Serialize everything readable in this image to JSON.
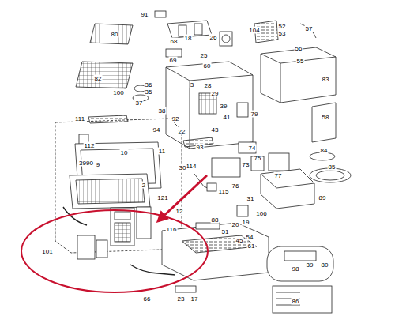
{
  "diagram": {
    "labels": [
      "91",
      "104",
      "52",
      "53",
      "57",
      "68",
      "18",
      "26",
      "80",
      "56",
      "55",
      "69",
      "25",
      "60",
      "83",
      "82",
      "100",
      "36",
      "35",
      "37",
      "3",
      "28",
      "29",
      "111",
      "38",
      "39",
      "41",
      "92",
      "79",
      "58",
      "94",
      "22",
      "43",
      "112",
      "93",
      "74",
      "84",
      "10",
      "11",
      "75",
      "3990",
      "9",
      "85",
      "114",
      "30",
      "73",
      "77",
      "2",
      "76",
      "115",
      "121",
      "89",
      "12",
      "31",
      "88",
      "19",
      "106",
      "116",
      "51",
      "20",
      "101",
      "54",
      "45",
      "61",
      "39",
      "80",
      "98",
      "86",
      "66",
      "23",
      "17"
    ]
  }
}
